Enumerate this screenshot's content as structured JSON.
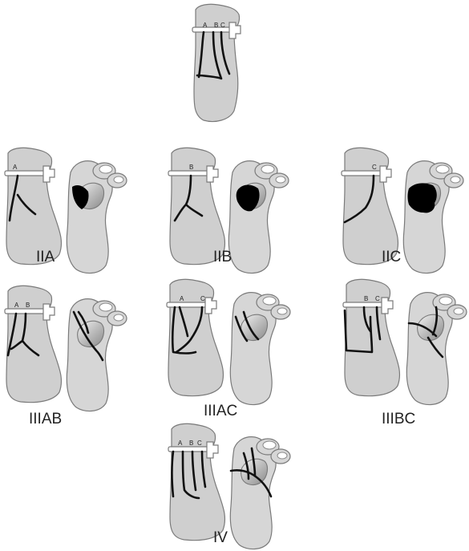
{
  "letters": {
    "a": "A",
    "b": "B",
    "c": "C"
  },
  "top_view": {
    "letters": [
      "A",
      "B",
      "C"
    ]
  },
  "panels": [
    {
      "id": "IIA",
      "label": "IIA",
      "letters": [
        "A"
      ]
    },
    {
      "id": "IIB",
      "label": "IIB",
      "letters": [
        "B"
      ]
    },
    {
      "id": "IIC",
      "label": "IIC",
      "letters": [
        "C"
      ]
    },
    {
      "id": "IIIAB",
      "label": "IIIAB",
      "letters": [
        "A",
        "B"
      ]
    },
    {
      "id": "IIIAC",
      "label": "IIIAC",
      "letters": [
        "A",
        "C"
      ]
    },
    {
      "id": "IIIBC",
      "label": "IIIBC",
      "letters": [
        "B",
        "C"
      ]
    },
    {
      "id": "IV",
      "label": "IV",
      "letters": [
        "A",
        "B",
        "C"
      ]
    }
  ],
  "colors": {
    "bone": "#cfcfcf",
    "outline": "#7a7a7a",
    "fracture": "#111111",
    "background": "#ffffff"
  }
}
